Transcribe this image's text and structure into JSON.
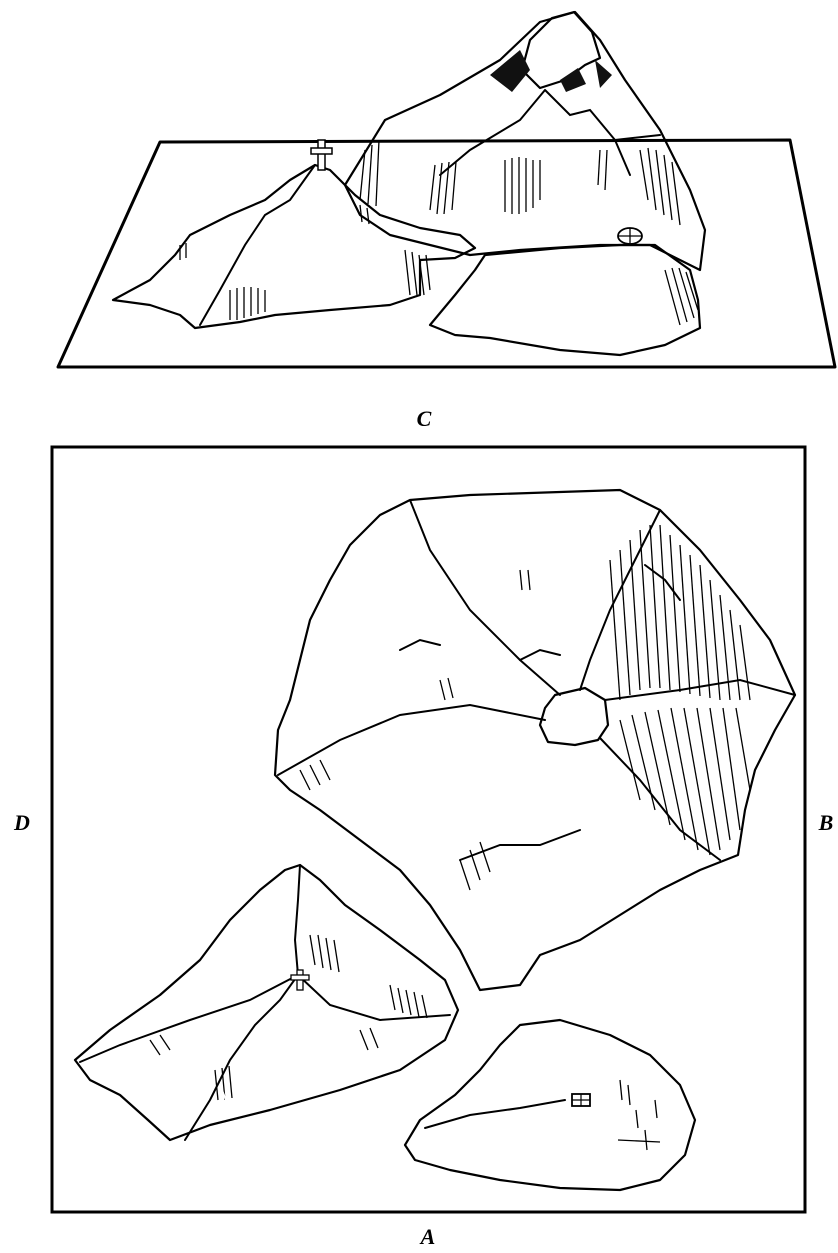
{
  "labels": {
    "top_view_label": "C",
    "bottom_side_label": "A",
    "left_side_label": "D",
    "right_side_label": "B"
  },
  "colors": {
    "grey_mountain": "#8d8a8a",
    "brown_hill": "#9b6c4d",
    "green_meadow": "#8fd9ac",
    "snow": "#ffffff",
    "outline": "#000000",
    "background": "#ffffff"
  },
  "icons": {
    "summit_cross": "cross-icon",
    "hut": "hut-icon"
  }
}
